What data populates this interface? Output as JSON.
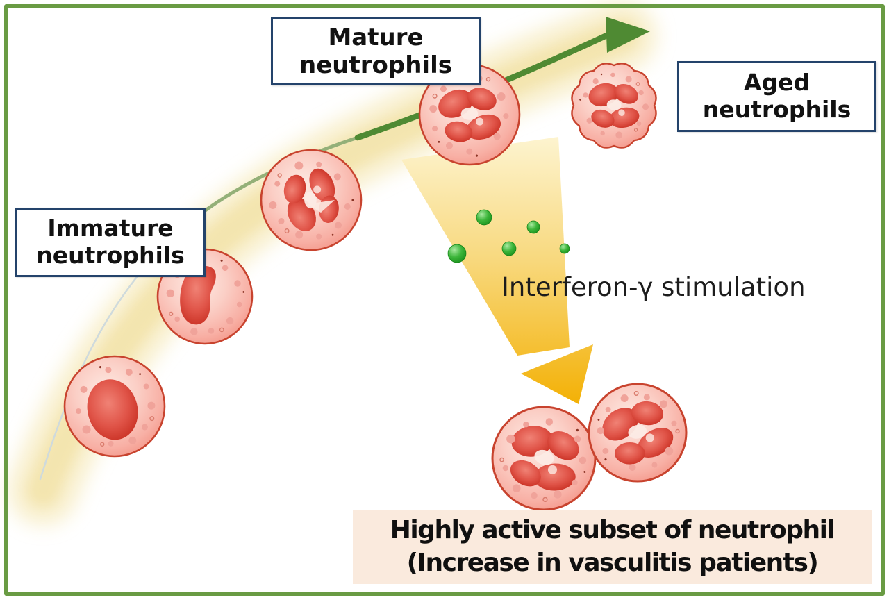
{
  "diagram": {
    "title_context": "neutrophil maturation and interferon stimulation diagram",
    "labels": {
      "mature": {
        "line1": "Mature",
        "line2": "neutrophils"
      },
      "immature": {
        "line1": "Immature",
        "line2": "neutrophils"
      },
      "aged": {
        "line1": "Aged",
        "line2": "neutrophils"
      },
      "stimulation": "Interferon-γ stimulation"
    },
    "banner": {
      "line1": "Highly active subset of neutrophil",
      "line2": "(Increase in vasculitis patients)"
    },
    "cells": [
      {
        "stage": "immature"
      },
      {
        "stage": "immature-band"
      },
      {
        "stage": "maturing"
      },
      {
        "stage": "mature"
      },
      {
        "stage": "aged"
      },
      {
        "stage": "highly-active"
      },
      {
        "stage": "highly-active"
      }
    ],
    "ifn_dots_count": 5,
    "colors": {
      "frame_green": "#699b43",
      "arrow_green": "#4f8a33",
      "arrow_tail_silver": "#cfdadc",
      "glow_yellow": "#f3e2a2",
      "beam_orange": "#f3b004",
      "dot_green": "#3cb53a",
      "cell_cytoplasm": "#f8b0a5",
      "cell_border": "#c8432e",
      "nucleus_red": "#d6372b",
      "label_border_navy": "#24436b",
      "banner_bg": "#faeadd"
    }
  }
}
